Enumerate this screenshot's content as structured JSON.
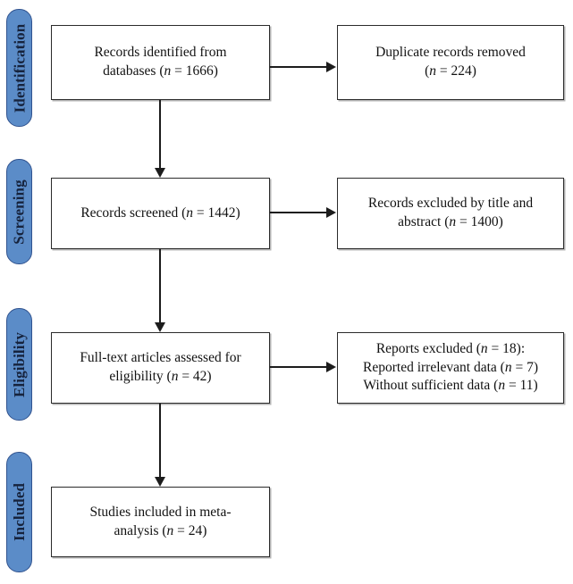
{
  "diagram": {
    "type": "prisma-flow-diagram",
    "title": "PRISMA study selection flow diagram",
    "accent_color": "#5b8cc8",
    "accent_border_color": "#31538f",
    "box_border_color": "#2b2b2b",
    "arrow_color": "#1c1c1c",
    "background_color": "#ffffff"
  },
  "stages": [
    {
      "id": "identification",
      "label": "Identification"
    },
    {
      "id": "screening",
      "label": "Screening"
    },
    {
      "id": "eligibility",
      "label": "Eligibility"
    },
    {
      "id": "included",
      "label": "Included"
    }
  ],
  "main_boxes": [
    {
      "id": "records-identified",
      "line1": "Records identified from",
      "line2_prefix": "databases (",
      "line2_n": "n",
      "line2_suffix": " = 1666)",
      "count": 1666
    },
    {
      "id": "records-screened",
      "line1": "",
      "line2_prefix": "Records screened (",
      "line2_n": "n",
      "line2_suffix": " = 1442)",
      "count": 1442
    },
    {
      "id": "full-text-assessed",
      "line1": "Full-text articles assessed for",
      "line2_prefix": "eligibility (",
      "line2_n": "n",
      "line2_suffix": " = 42)",
      "count": 42
    },
    {
      "id": "studies-included",
      "line1": "Studies included in meta-",
      "line2_prefix": "analysis (",
      "line2_n": "n",
      "line2_suffix": " = 24)",
      "count": 24
    }
  ],
  "side_boxes": [
    {
      "id": "duplicates-removed",
      "line1": "Duplicate records removed",
      "line2_prefix": "(",
      "line2_n": "n",
      "line2_suffix": " = 224)",
      "count": 224
    },
    {
      "id": "records-excluded",
      "line1": "Records excluded by title and",
      "line2_prefix": "abstract (",
      "line2_n": "n",
      "line2_suffix": " = 1400)",
      "count": 1400
    },
    {
      "id": "reports-excluded",
      "row1_prefix": "Reports excluded (",
      "row1_n": "n",
      "row1_suffix": " = 18):",
      "row2_prefix": "Reported irrelevant data (",
      "row2_n": "n",
      "row2_suffix": " = 7)",
      "row3_prefix": "Without sufficient data (",
      "row3_n": "n",
      "row3_suffix": " = 11)",
      "total_excluded": 18,
      "irrelevant_data": 7,
      "insufficient_data": 11
    }
  ]
}
